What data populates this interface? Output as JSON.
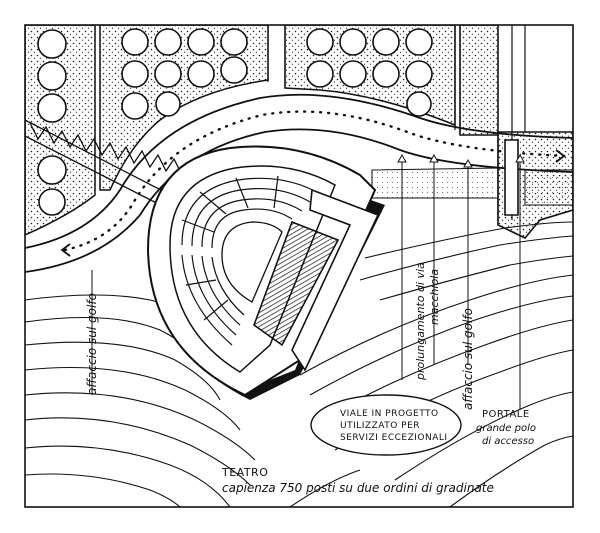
{
  "labels": {
    "affaccio_left": "affaccio sul golfo",
    "prolungamento_line1": "prolungamento di via",
    "prolungamento_line2": "macchiola",
    "affaccio_right": "affaccio sul golfo",
    "viale_line1": "VIALE IN PROGETTO",
    "viale_line2": "UTILIZZATO PER",
    "viale_line3": "SERVIZI ECCEZIONALI",
    "portale_line1": "PORTALE",
    "portale_line2": "grande polo",
    "portale_line3": "di accesso",
    "teatro_line1": "TEATRO",
    "teatro_line2": "capienza 750 posti su due ordini di gradinate"
  },
  "colors": {
    "ink": "#111111",
    "paper": "#ffffff"
  }
}
